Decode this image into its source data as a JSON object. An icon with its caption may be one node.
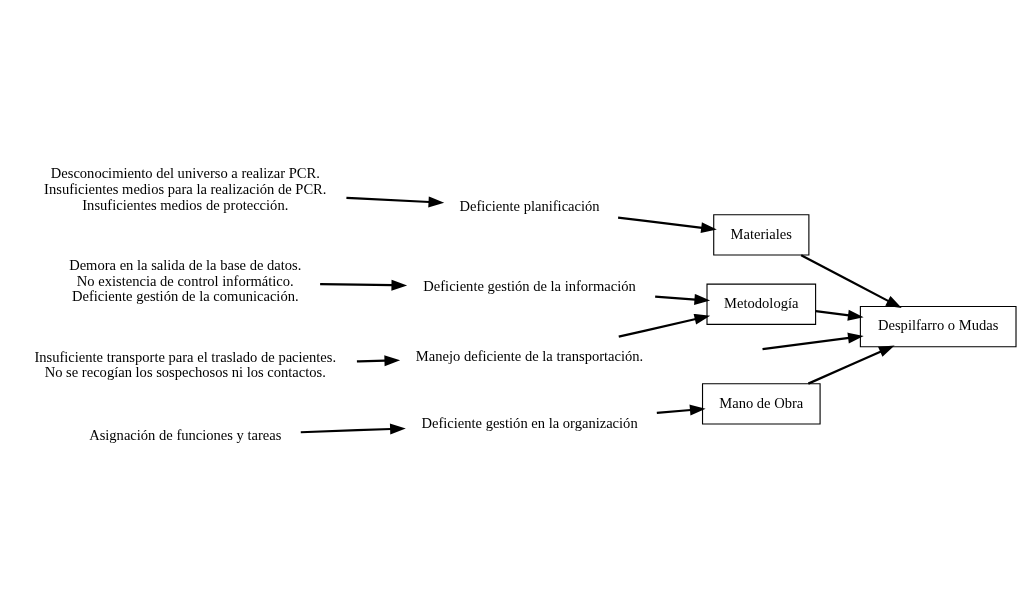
{
  "diagram": {
    "nodes": [
      {
        "text": [
          "Mano de Obra"
        ]
      },
      {
        "text": [
          "Materiales"
        ]
      },
      {
        "text": [
          "Metodología"
        ]
      },
      {
        "text": [
          "Despilfarro o Mudas"
        ]
      },
      {
        "text": [
          "Deficiente gestión en la organización"
        ]
      },
      {
        "text": [
          "Asignación de funciones y tareas"
        ]
      },
      {
        "text": [
          "Deficiente planificación"
        ]
      },
      {
        "text": [
          "Desconocimiento del universo a realizar PCR.",
          "Insuficientes medios para la realización de PCR.",
          "Insuficientes medios de protección."
        ]
      },
      {
        "text": [
          "Deficiente gestión de la información"
        ]
      },
      {
        "text": [
          "Demora en la salida de la base de datos.",
          "No existencia de control informático.",
          "Deficiente gestión de la comunicación."
        ]
      },
      {
        "text": [
          "Manejo deficiente de la transportación."
        ]
      },
      {
        "text": [
          "Insuficiente transporte para el traslado de pacientes.",
          "No se recogían los sospechosos ni los contactos."
        ]
      }
    ],
    "edges": [
      {
        "from": null,
        "to": 3,
        "arrow": "to"
      },
      {
        "from": 0,
        "to": 3,
        "arrow": "to"
      },
      {
        "from": 1,
        "to": 3,
        "arrow": "to"
      },
      {
        "from": 2,
        "to": 3,
        "arrow": "to"
      },
      {
        "from": 4,
        "to": 0,
        "arrow": "to"
      },
      {
        "from": 5,
        "to": 4,
        "arrow": "to"
      },
      {
        "from": 6,
        "to": 1,
        "arrow": "to"
      },
      {
        "from": 7,
        "to": 6,
        "arrow": "to"
      },
      {
        "from": 8,
        "to": 2,
        "arrow": "to"
      },
      {
        "from": 9,
        "to": 8,
        "arrow": "to"
      },
      {
        "from": 10,
        "to": 2,
        "arrow": "to"
      },
      {
        "from": 11,
        "to": 10,
        "arrow": "to"
      }
    ]
  }
}
